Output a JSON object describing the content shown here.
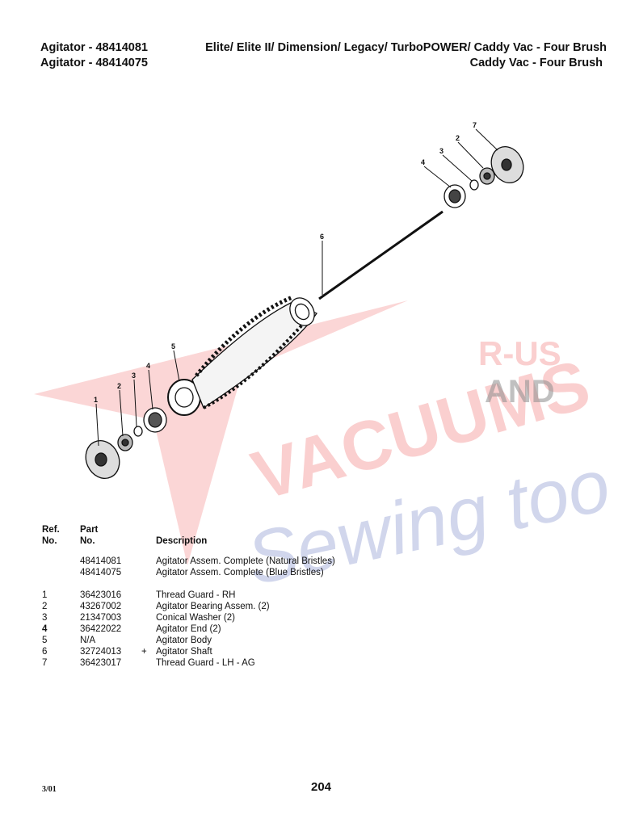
{
  "header": {
    "left_line1": "Agitator - 48414081",
    "left_line2": "Agitator - 48414075",
    "right_line1": "Elite/ Elite II/ Dimension/ Legacy/ TurboPOWER/ Caddy Vac - Four Brush",
    "right_line2": "Caddy Vac - Four Brush"
  },
  "diagram": {
    "callouts": [
      "1",
      "2",
      "3",
      "4",
      "5",
      "6",
      "4",
      "3",
      "2",
      "7"
    ]
  },
  "watermark": {
    "word_main": "VACUUMS",
    "word_rus": "R-US",
    "word_and": "AND",
    "word_script": "Sewing too",
    "colors": {
      "red": "#f06b6b",
      "gray": "#8e8e8e",
      "blue": "#9aa6d6"
    }
  },
  "table": {
    "header_ref": [
      "Ref.",
      "No."
    ],
    "header_part": [
      "Part",
      "No."
    ],
    "header_desc": "Description",
    "assemblies": [
      {
        "part": "48414081",
        "desc": "Agitator Assem. Complete  (Natural Bristles)"
      },
      {
        "part": "48414075",
        "desc": "Agitator Assem. Complete  (Blue Bristles)"
      }
    ],
    "rows": [
      {
        "ref": "1",
        "part": "36423016",
        "mark": "",
        "desc": "Thread Guard - RH"
      },
      {
        "ref": "2",
        "part": "43267002",
        "mark": "",
        "desc": "Agitator Bearing Assem. (2)"
      },
      {
        "ref": "3",
        "part": "21347003",
        "mark": "",
        "desc": "Conical Washer (2)"
      },
      {
        "ref": "4",
        "part": "36422022",
        "mark": "",
        "desc": "Agitator End (2)"
      },
      {
        "ref": "5",
        "part": "N/A",
        "mark": "",
        "desc": "Agitator Body"
      },
      {
        "ref": "6",
        "part": "32724013",
        "mark": "+",
        "desc": "Agitator Shaft"
      },
      {
        "ref": "7",
        "part": "36423017",
        "mark": "",
        "desc": "Thread Guard - LH - AG"
      }
    ]
  },
  "footer": {
    "date": "3/01",
    "page": "204"
  }
}
